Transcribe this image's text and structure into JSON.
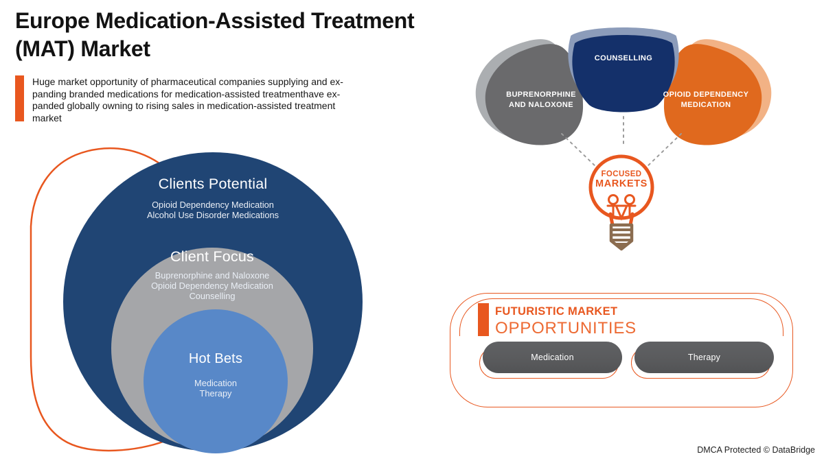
{
  "colors": {
    "accent_orange": "#E8571F",
    "circle_navy": "#204574",
    "circle_gray": "#A5A6A9",
    "circle_blue": "#5888C8",
    "petal_gray": "#6A6A6C",
    "petal_gray_shadow": "#ABAEB1",
    "petal_navy": "#14306A",
    "petal_navy_shadow": "#8C9CBA",
    "petal_orange": "#E0691E",
    "petal_orange_shadow": "#F2B285",
    "pill_gray": "#5A5B5D",
    "bulb_base_brown": "#8B6C4F",
    "text_dark": "#161616"
  },
  "header": {
    "title": "Europe Medication-Assisted Treatment\n(MAT) Market",
    "description": "Huge market opportunity of pharmaceutical companies supplying and ex-\npanding branded medications for medication-assisted treatmenthave ex-\npanded globally owning to rising sales in medication-assisted treatment\nmarket"
  },
  "venn": {
    "outer": {
      "title": "Clients Potential",
      "items": "Opioid Dependency Medication\nAlcohol Use Disorder Medications"
    },
    "middle": {
      "title": "Client Focus",
      "items": "Buprenorphine and Naloxone\nOpioid Dependency Medication\nCounselling"
    },
    "inner": {
      "title": "Hot Bets",
      "items": "Medication\nTherapy"
    }
  },
  "focused_markets": {
    "petal_left": "BUPRENORPHINE\nAND NALOXONE",
    "petal_center": "COUNSELLING",
    "petal_right": "OPIOID DEPENDENCY\nMEDICATION",
    "bulb_line1": "FOCUSED",
    "bulb_line2": "MARKETS"
  },
  "opportunities": {
    "heading_line1": "FUTURISTIC MARKET",
    "heading_line2": "OPPORTUNITIES",
    "pills": [
      "Medication",
      "Therapy"
    ]
  },
  "footer": {
    "dmca": "DMCA Protected © DataBridge"
  }
}
